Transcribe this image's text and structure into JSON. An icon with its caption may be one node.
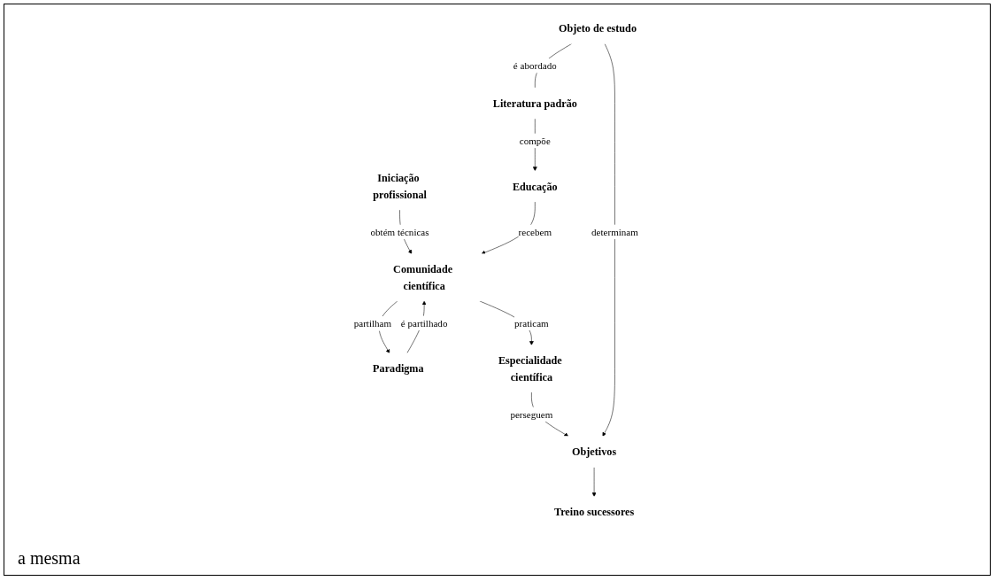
{
  "diagram": {
    "nodes": [
      {
        "text": [
          "Iniciação profissional"
        ]
      },
      {
        "text": [
          "Educação"
        ]
      },
      {
        "text": [
          "Comunidade científica"
        ]
      },
      {
        "text": [
          "Paradigma"
        ]
      },
      {
        "text": [
          "Literatura padrão"
        ]
      },
      {
        "text": [
          "Especialidade científica"
        ]
      },
      {
        "text": [
          "Objeto de estudo"
        ]
      },
      {
        "text": [
          "Objetivos"
        ]
      },
      {
        "text": [
          "Treino sucessores"
        ]
      }
    ],
    "edges": [
      {
        "from": 0,
        "to": 2,
        "arrow": "to",
        "label": "obtém técnicas"
      },
      {
        "from": 1,
        "to": 2,
        "arrow": "to",
        "label": "recebem"
      },
      {
        "from": 3,
        "to": 2,
        "arrow": "to",
        "label": "é partilhado"
      },
      {
        "from": 2,
        "to": 3,
        "arrow": "to",
        "label": "partilham"
      },
      {
        "from": 4,
        "to": 1,
        "arrow": "to",
        "label": "compõe"
      },
      {
        "from": 2,
        "to": 5,
        "arrow": "to",
        "label": "praticam"
      },
      {
        "from": 5,
        "to": 7,
        "arrow": "to",
        "label": "perseguem"
      },
      {
        "from": 6,
        "to": 7,
        "arrow": "to",
        "label": "determinam"
      },
      {
        "from": 7,
        "to": 8,
        "arrow": "to"
      },
      {
        "from": 6,
        "to": 4,
        "arrow": "none",
        "label": "é abordado"
      }
    ],
    "labels": [
      "a mesma"
    ]
  }
}
